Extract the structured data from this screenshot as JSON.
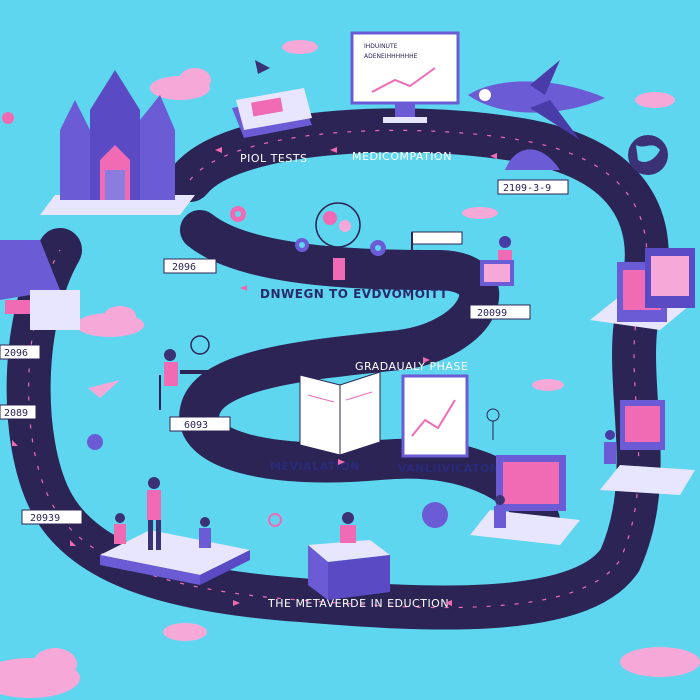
{
  "palette": {
    "sky": "#5fd6ef",
    "road": "#2b2455",
    "road_edge": "#3b3276",
    "purple": "#6b5cd6",
    "pink": "#f06ab4",
    "light_pink": "#f6a8d8",
    "white": "#ffffff"
  },
  "milestones": {
    "pilot_tests": "PIOL TESTS",
    "medicompation": "MEDICOMPATION",
    "development": "DNWEGN TO EVDVOMOITT",
    "gradual_phase": "GRADAUALY PHASE",
    "mevialation": "MEVIALATION",
    "validation": "VANLIIVICATON",
    "metaverse": "THE METAVERDE IN EDUCTION"
  },
  "dates": {
    "d1": "2109-3-9",
    "d2": "2096",
    "d3": "20099",
    "d4": "2096",
    "d5": "2089",
    "d6": "6093",
    "d7": "20939"
  },
  "monitor": {
    "line1": "IHDUINUTE",
    "line2": "ADENEIHHHHHHE"
  },
  "icons": [
    "cathedral-icon",
    "rocket-icon",
    "monitor-icon",
    "globe-icon",
    "lightbulb-icon",
    "laptop-icon",
    "book-icon",
    "gear-icon",
    "cloud-icon",
    "person-icon"
  ]
}
